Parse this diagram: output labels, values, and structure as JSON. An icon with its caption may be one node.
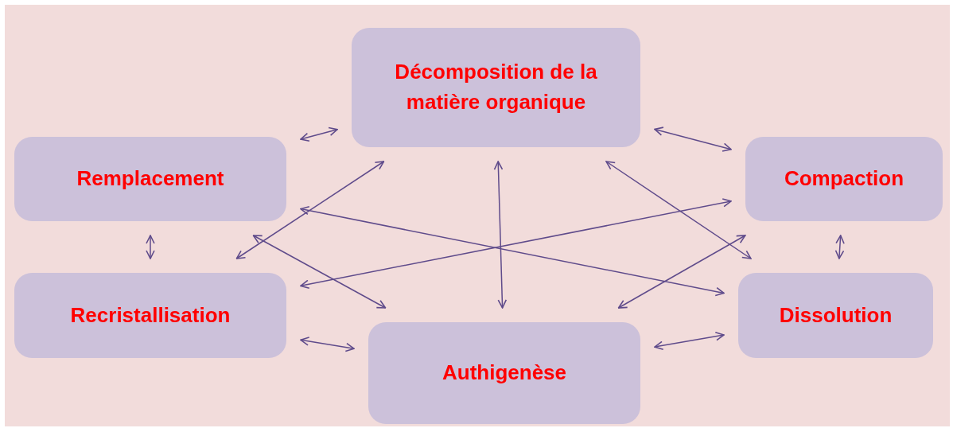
{
  "diagram": {
    "nodes": [
      {
        "text": [
          "Décomposition de la matière organique"
        ]
      },
      {
        "text": [
          "Remplacement"
        ]
      },
      {
        "text": [
          "Compaction"
        ]
      },
      {
        "text": [
          "Recristallisation"
        ]
      },
      {
        "text": [
          "Dissolution"
        ]
      },
      {
        "text": [
          "Authigenèse"
        ]
      }
    ],
    "edges": [
      {
        "from": 0,
        "to": 1,
        "arrow": "both"
      },
      {
        "from": 0,
        "to": 2,
        "arrow": "both"
      },
      {
        "from": 1,
        "to": 3,
        "arrow": "both"
      },
      {
        "from": 2,
        "to": 4,
        "arrow": "both"
      },
      {
        "from": 0,
        "to": 5,
        "arrow": "both"
      },
      {
        "from": 0,
        "to": 3,
        "arrow": "both"
      },
      {
        "from": 0,
        "to": 4,
        "arrow": "both"
      },
      {
        "from": 1,
        "to": 4,
        "arrow": "both"
      },
      {
        "from": 1,
        "to": 5,
        "arrow": "both"
      },
      {
        "from": 3,
        "to": 2,
        "arrow": "both"
      },
      {
        "from": 2,
        "to": 5,
        "arrow": "both"
      },
      {
        "from": 5,
        "to": 4,
        "arrow": "both"
      },
      {
        "from": 3,
        "to": 5,
        "arrow": "both"
      }
    ]
  }
}
